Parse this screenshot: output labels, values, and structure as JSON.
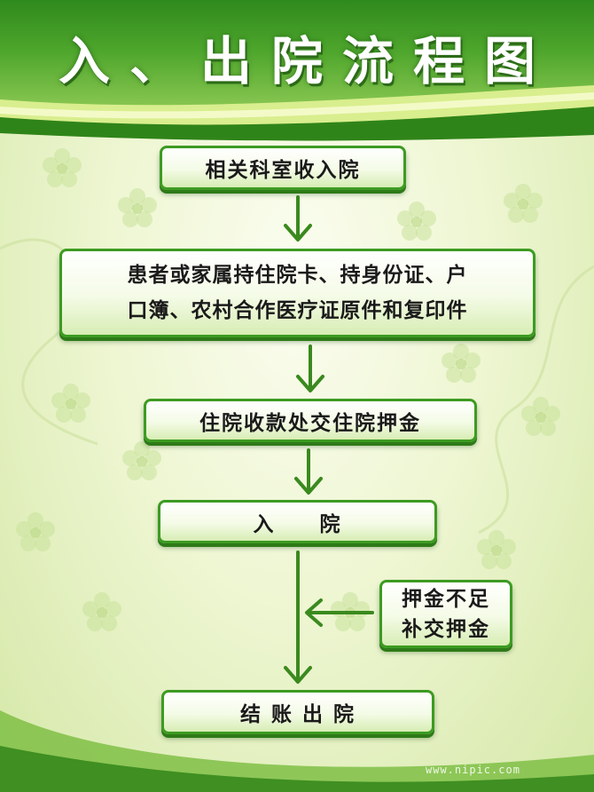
{
  "title": "入、出院流程图",
  "colors": {
    "title_band": "#3f9a24",
    "box_border": "#3d9b22",
    "arrow": "#3a8a1e",
    "background": "#eef5d4"
  },
  "steps": [
    {
      "label": "相关科室收入院"
    },
    {
      "label_line1": "患者或家属持住院卡、持身份证、户",
      "label_line2": "口簿、农村合作医疗证原件和复印件"
    },
    {
      "label": "住院收款处交住院押金"
    },
    {
      "label": "入　　院"
    },
    {
      "label_line1": "押金不足",
      "label_line2": "补交押金"
    },
    {
      "label": "结 账 出 院"
    }
  ],
  "watermark": "www.nipic.com"
}
